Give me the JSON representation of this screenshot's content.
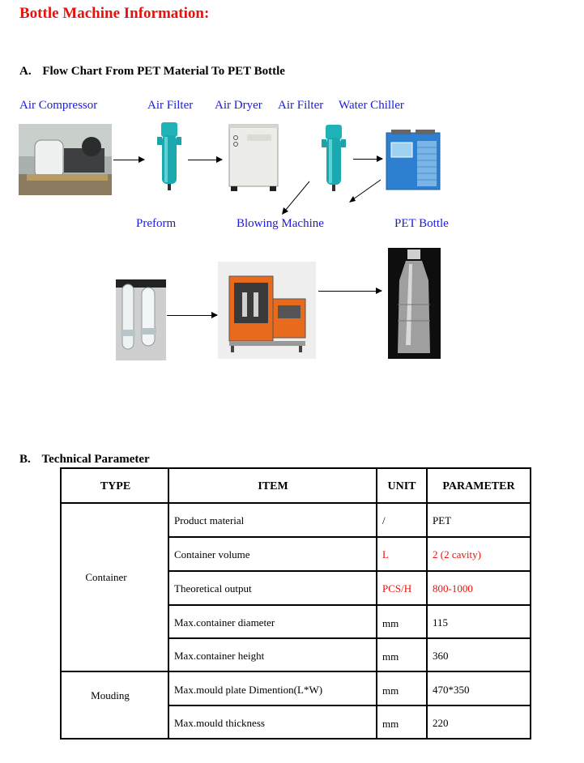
{
  "title": "Bottle Machine Information:",
  "section_a": {
    "letter": "A.",
    "title": "Flow Chart From PET Material To PET Bottle"
  },
  "flow_labels": {
    "air_compressor": "Air Compressor",
    "air_filter_1": "Air Filter",
    "air_dryer": "Air Dryer",
    "air_filter_2": "Air Filter",
    "water_chiller": "Water Chiller",
    "preform": "Preform",
    "blowing_machine": "Blowing Machine",
    "pet_bottle": "PET Bottle"
  },
  "section_b": {
    "letter": "B.",
    "title": "Technical Parameter"
  },
  "table": {
    "headers": [
      "TYPE",
      "ITEM",
      "UNIT",
      "PARAMETER"
    ],
    "groups": [
      {
        "type": "Container",
        "rows": [
          {
            "item": "Product material",
            "unit": "/",
            "parameter": "PET",
            "highlight": false
          },
          {
            "item": "Container volume",
            "unit": "L",
            "parameter": "2 (2 cavity)",
            "highlight": true
          },
          {
            "item": "Theoretical output",
            "unit": "PCS/H",
            "parameter": "800-1000",
            "highlight": true
          },
          {
            "item": "Max.container diameter",
            "unit": "mm",
            "parameter": "115",
            "highlight": false
          },
          {
            "item": "Max.container height",
            "unit": "mm",
            "parameter": "360",
            "highlight": false
          }
        ]
      },
      {
        "type": "Mouding",
        "rows": [
          {
            "item": "Max.mould plate Dimention(L*W)",
            "unit": "mm",
            "parameter": "470*350",
            "highlight": false
          },
          {
            "item": "Max.mould thickness",
            "unit": "mm",
            "parameter": "220",
            "highlight": false
          }
        ]
      }
    ]
  },
  "colors": {
    "title_red": "#e8120c",
    "label_blue": "#1a1ae0",
    "highlight_red": "#e8120c"
  }
}
